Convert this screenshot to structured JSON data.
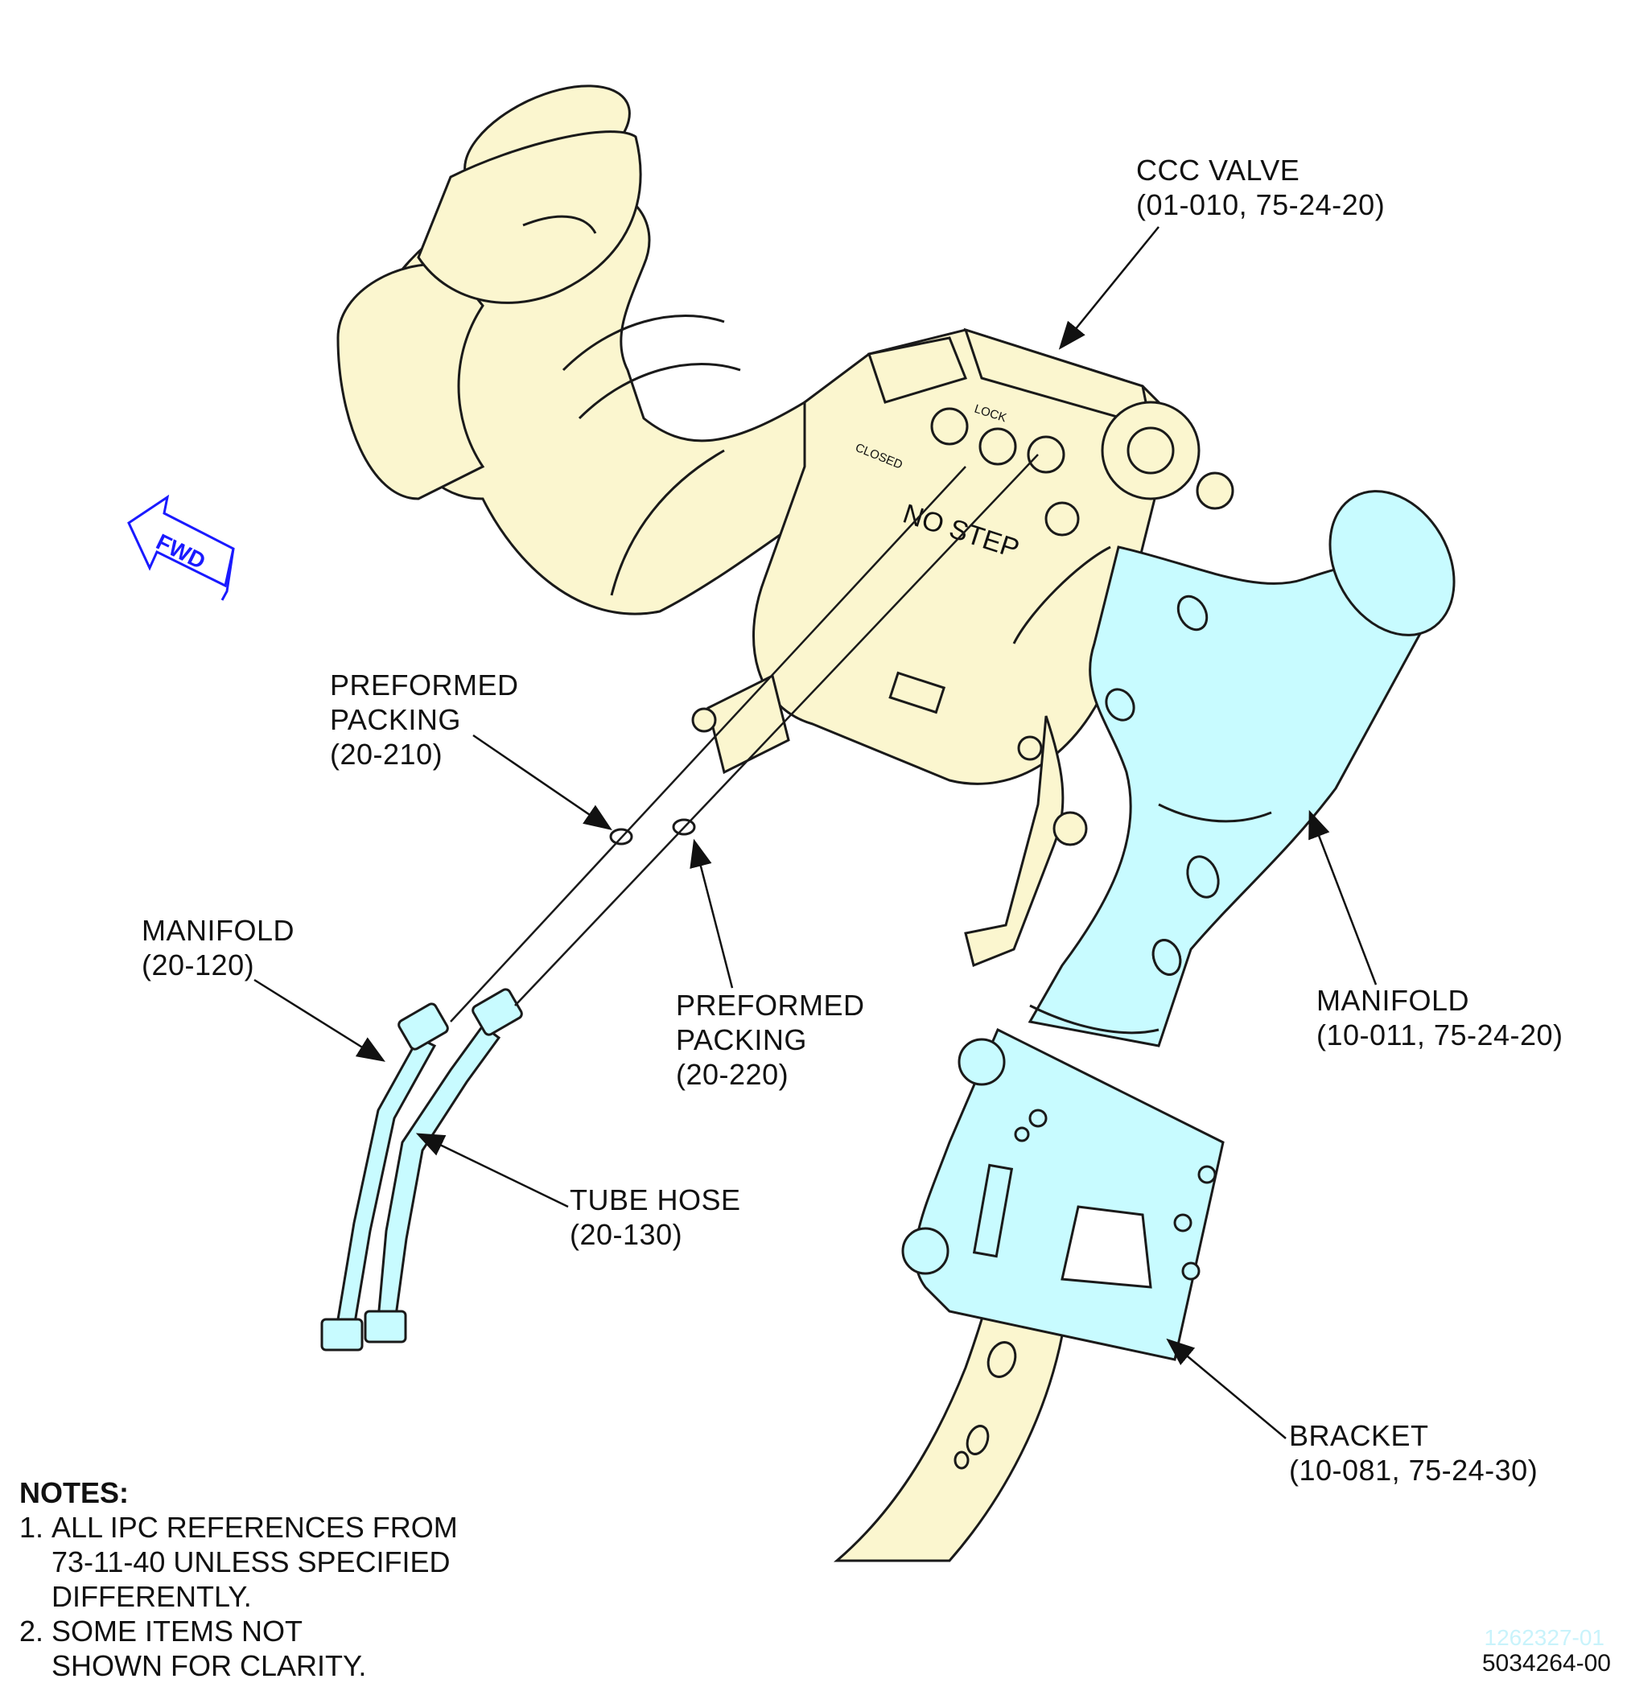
{
  "callouts": {
    "ccc_valve": {
      "line1": "CCC VALVE",
      "line2": "(01-010, 75-24-20)"
    },
    "packing_210": {
      "line1": "PREFORMED",
      "line2": "PACKING",
      "line3": "(20-210)"
    },
    "manifold_120": {
      "line1": "MANIFOLD",
      "line2": "(20-120)"
    },
    "packing_220": {
      "line1": "PREFORMED",
      "line2": "PACKING",
      "line3": "(20-220)"
    },
    "tube_hose": {
      "line1": "TUBE HOSE",
      "line2": "(20-130)"
    },
    "manifold_011": {
      "line1": "MANIFOLD",
      "line2": "(10-011, 75-24-20)"
    },
    "bracket": {
      "line1": "BRACKET",
      "line2": "(10-081, 75-24-30)"
    }
  },
  "valve_markings": {
    "no_step": "NO STEP",
    "lock": "LOCK",
    "closed": "CLOSED"
  },
  "fwd_arrow": {
    "label": "FWD",
    "icon": "fwd-arrow-icon",
    "color": "#1a1aff"
  },
  "notes": {
    "title": "NOTES:",
    "items": [
      {
        "num": "1.",
        "line1": "ALL IPC REFERENCES FROM",
        "line2": "73-11-40 UNLESS SPECIFIED",
        "line3": "DIFFERENTLY."
      },
      {
        "num": "2.",
        "line1": "SOME ITEMS NOT",
        "line2": "SHOWN FOR CLARITY."
      }
    ]
  },
  "figure_ids": {
    "faint": "1262327-01",
    "main": "5034264-00"
  },
  "colors": {
    "yellow_part": "#fbf6cf",
    "cyan_part": "#c8fbff",
    "outline": "#1a1a1a",
    "fwd_blue": "#1a1aff"
  }
}
